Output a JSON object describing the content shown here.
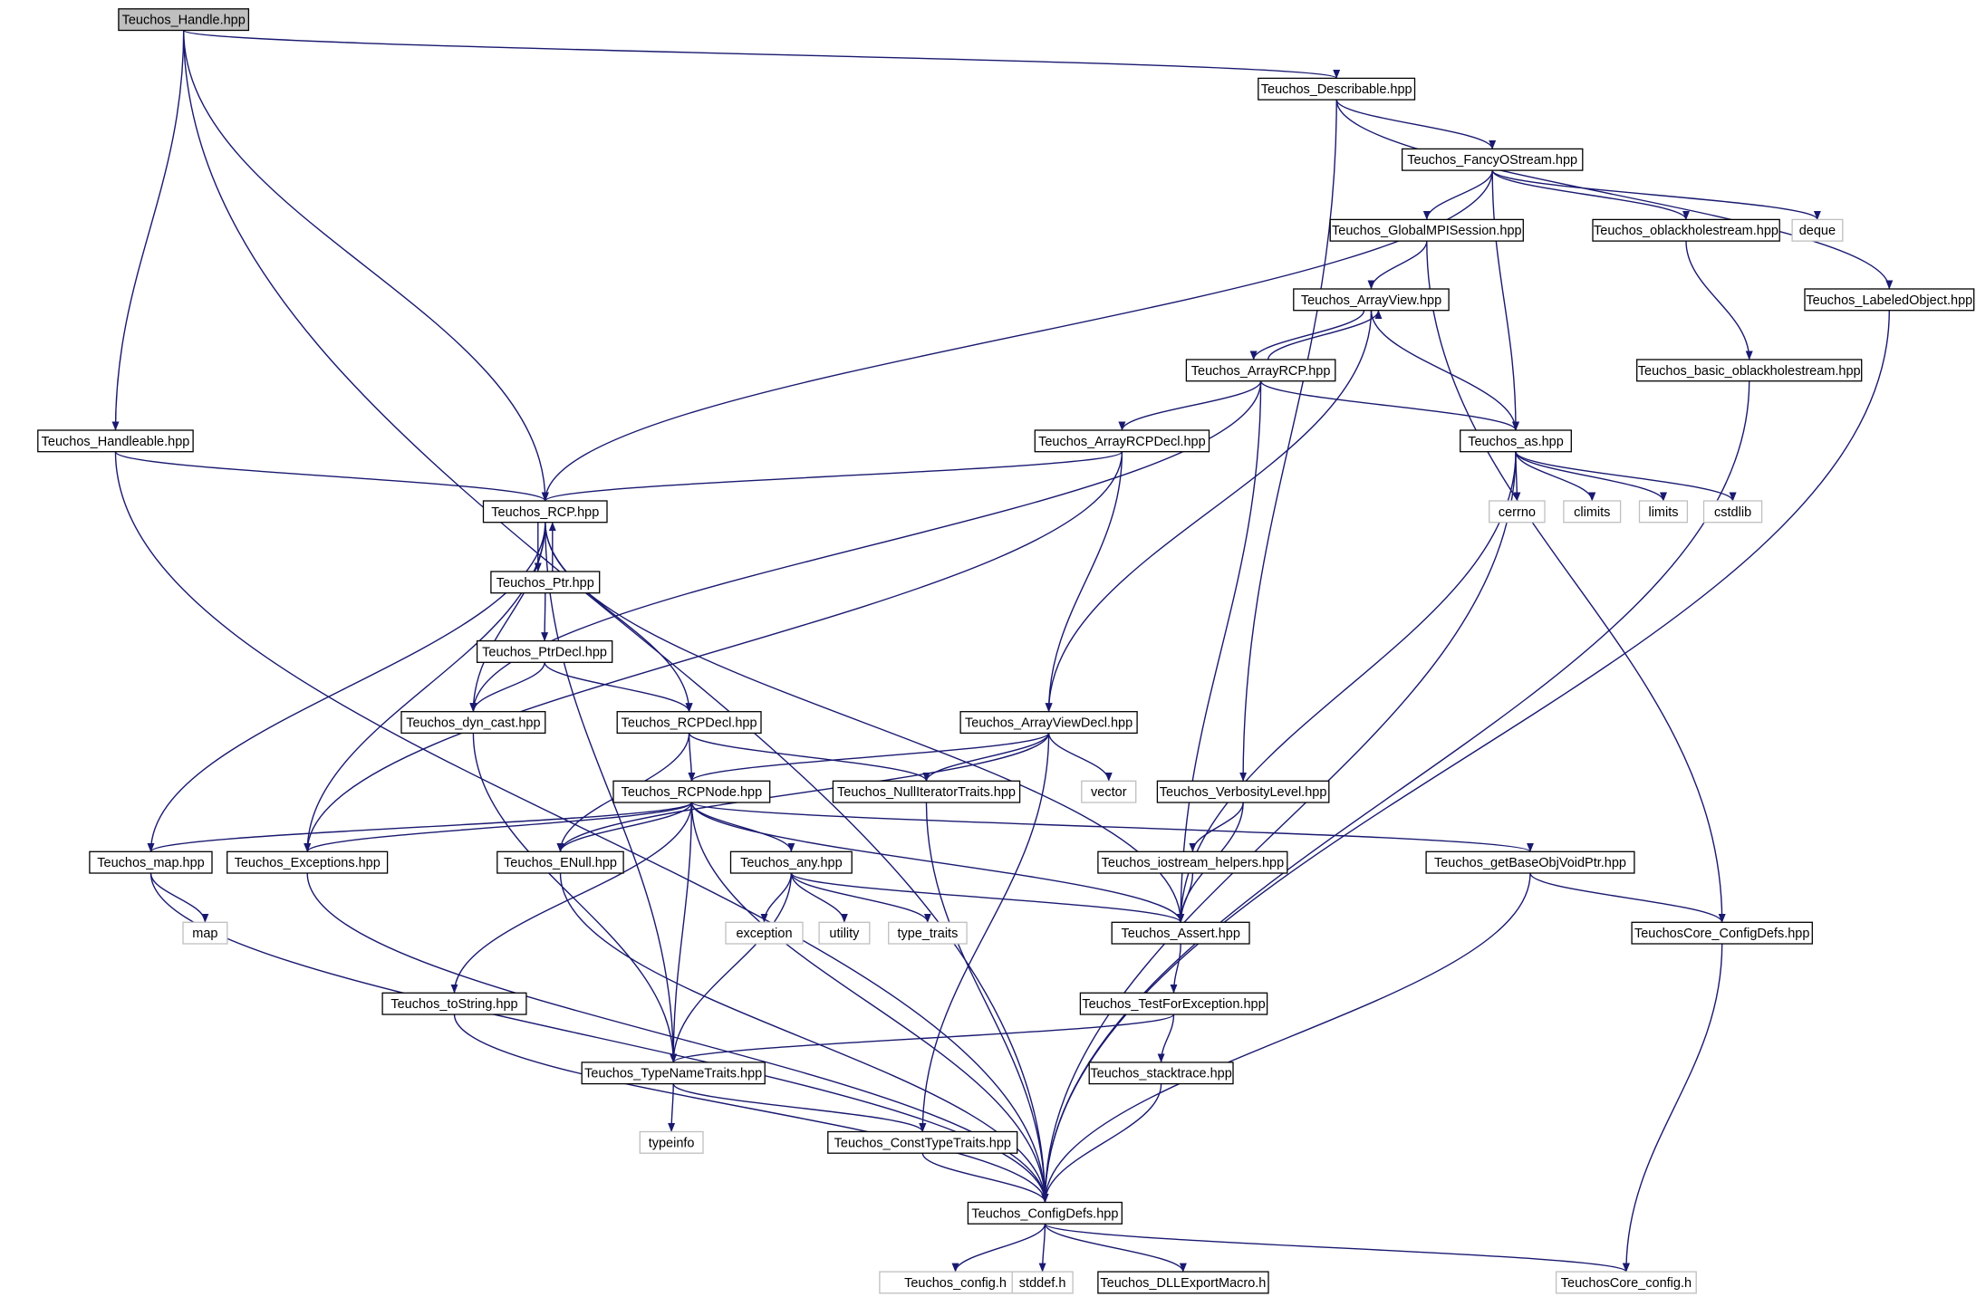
{
  "graph": {
    "root": "n0",
    "nodes": [
      {
        "id": "n0",
        "label": "Teuchos_Handle.hpp",
        "kind": "root"
      },
      {
        "id": "n1",
        "label": "Teuchos_Describable.hpp",
        "kind": "header"
      },
      {
        "id": "n2",
        "label": "Teuchos_FancyOStream.hpp",
        "kind": "header"
      },
      {
        "id": "n3",
        "label": "Teuchos_GlobalMPISession.hpp",
        "kind": "header"
      },
      {
        "id": "n4",
        "label": "Teuchos_oblackholestream.hpp",
        "kind": "header"
      },
      {
        "id": "n5",
        "label": "deque",
        "kind": "system"
      },
      {
        "id": "n6",
        "label": "Teuchos_LabeledObject.hpp",
        "kind": "header"
      },
      {
        "id": "n7",
        "label": "Teuchos_ArrayView.hpp",
        "kind": "header"
      },
      {
        "id": "n8",
        "label": "Teuchos_ArrayRCP.hpp",
        "kind": "header"
      },
      {
        "id": "n9",
        "label": "Teuchos_basic_oblackholestream.hpp",
        "kind": "header"
      },
      {
        "id": "n10",
        "label": "Teuchos_Handleable.hpp",
        "kind": "header"
      },
      {
        "id": "n11",
        "label": "Teuchos_ArrayRCPDecl.hpp",
        "kind": "header"
      },
      {
        "id": "n12",
        "label": "Teuchos_as.hpp",
        "kind": "header"
      },
      {
        "id": "n13",
        "label": "Teuchos_RCP.hpp",
        "kind": "header"
      },
      {
        "id": "n14",
        "label": "cerrno",
        "kind": "system"
      },
      {
        "id": "n15",
        "label": "climits",
        "kind": "system"
      },
      {
        "id": "n16",
        "label": "limits",
        "kind": "system"
      },
      {
        "id": "n17",
        "label": "cstdlib",
        "kind": "system"
      },
      {
        "id": "n18",
        "label": "Teuchos_Ptr.hpp",
        "kind": "header"
      },
      {
        "id": "n19",
        "label": "Teuchos_PtrDecl.hpp",
        "kind": "header"
      },
      {
        "id": "n20",
        "label": "Teuchos_dyn_cast.hpp",
        "kind": "header"
      },
      {
        "id": "n21",
        "label": "Teuchos_RCPDecl.hpp",
        "kind": "header"
      },
      {
        "id": "n22",
        "label": "Teuchos_ArrayViewDecl.hpp",
        "kind": "header"
      },
      {
        "id": "n23",
        "label": "vector",
        "kind": "system"
      },
      {
        "id": "n24",
        "label": "Teuchos_VerbosityLevel.hpp",
        "kind": "header"
      },
      {
        "id": "n25",
        "label": "Teuchos_RCPNode.hpp",
        "kind": "header"
      },
      {
        "id": "n26",
        "label": "Teuchos_NullIteratorTraits.hpp",
        "kind": "header"
      },
      {
        "id": "n27",
        "label": "Teuchos_map.hpp",
        "kind": "header"
      },
      {
        "id": "n28",
        "label": "Teuchos_Exceptions.hpp",
        "kind": "header"
      },
      {
        "id": "n29",
        "label": "Teuchos_ENull.hpp",
        "kind": "header"
      },
      {
        "id": "n30",
        "label": "Teuchos_any.hpp",
        "kind": "header"
      },
      {
        "id": "n31",
        "label": "Teuchos_iostream_helpers.hpp",
        "kind": "header"
      },
      {
        "id": "n32",
        "label": "Teuchos_getBaseObjVoidPtr.hpp",
        "kind": "header"
      },
      {
        "id": "n33",
        "label": "map",
        "kind": "system"
      },
      {
        "id": "n34",
        "label": "exception",
        "kind": "system"
      },
      {
        "id": "n35",
        "label": "utility",
        "kind": "system"
      },
      {
        "id": "n36",
        "label": "type_traits",
        "kind": "system"
      },
      {
        "id": "n37",
        "label": "Teuchos_Assert.hpp",
        "kind": "header"
      },
      {
        "id": "n38",
        "label": "TeuchosCore_ConfigDefs.hpp",
        "kind": "header"
      },
      {
        "id": "n39",
        "label": "Teuchos_toString.hpp",
        "kind": "header"
      },
      {
        "id": "n40",
        "label": "Teuchos_TestForException.hpp",
        "kind": "header"
      },
      {
        "id": "n41",
        "label": "Teuchos_TypeNameTraits.hpp",
        "kind": "header"
      },
      {
        "id": "n42",
        "label": "Teuchos_stacktrace.hpp",
        "kind": "header"
      },
      {
        "id": "n43",
        "label": "typeinfo",
        "kind": "system"
      },
      {
        "id": "n44",
        "label": "Teuchos_ConstTypeTraits.hpp",
        "kind": "header"
      },
      {
        "id": "n45",
        "label": "Teuchos_ConfigDefs.hpp",
        "kind": "header"
      },
      {
        "id": "n46",
        "label": "Teuchos_config.h",
        "kind": "system"
      },
      {
        "id": "n47",
        "label": "stddef.h",
        "kind": "system"
      },
      {
        "id": "n48",
        "label": "Teuchos_DLLExportMacro.h",
        "kind": "header"
      },
      {
        "id": "n49",
        "label": "TeuchosCore_config.h",
        "kind": "system"
      }
    ],
    "edges": [
      [
        "n0",
        "n1"
      ],
      [
        "n0",
        "n10"
      ],
      [
        "n0",
        "n13"
      ],
      [
        "n0",
        "n45"
      ],
      [
        "n1",
        "n2"
      ],
      [
        "n1",
        "n6"
      ],
      [
        "n1",
        "n24"
      ],
      [
        "n2",
        "n3"
      ],
      [
        "n2",
        "n4"
      ],
      [
        "n2",
        "n5"
      ],
      [
        "n2",
        "n12"
      ],
      [
        "n2",
        "n13"
      ],
      [
        "n3",
        "n7"
      ],
      [
        "n3",
        "n38"
      ],
      [
        "n4",
        "n9"
      ],
      [
        "n6",
        "n45"
      ],
      [
        "n7",
        "n8"
      ],
      [
        "n7",
        "n12"
      ],
      [
        "n7",
        "n22"
      ],
      [
        "n8",
        "n7"
      ],
      [
        "n8",
        "n11"
      ],
      [
        "n8",
        "n12"
      ],
      [
        "n8",
        "n20"
      ],
      [
        "n8",
        "n37"
      ],
      [
        "n9",
        "n45"
      ],
      [
        "n10",
        "n13"
      ],
      [
        "n10",
        "n45"
      ],
      [
        "n11",
        "n13"
      ],
      [
        "n11",
        "n22"
      ],
      [
        "n11",
        "n28"
      ],
      [
        "n12",
        "n14"
      ],
      [
        "n12",
        "n15"
      ],
      [
        "n12",
        "n16"
      ],
      [
        "n12",
        "n17"
      ],
      [
        "n12",
        "n37"
      ],
      [
        "n12",
        "n45"
      ],
      [
        "n13",
        "n18"
      ],
      [
        "n13",
        "n20"
      ],
      [
        "n13",
        "n21"
      ],
      [
        "n13",
        "n27"
      ],
      [
        "n13",
        "n28"
      ],
      [
        "n13",
        "n37"
      ],
      [
        "n13",
        "n41"
      ],
      [
        "n18",
        "n13"
      ],
      [
        "n18",
        "n19"
      ],
      [
        "n19",
        "n20"
      ],
      [
        "n19",
        "n21"
      ],
      [
        "n20",
        "n41"
      ],
      [
        "n21",
        "n25"
      ],
      [
        "n21",
        "n26"
      ],
      [
        "n21",
        "n29"
      ],
      [
        "n22",
        "n25"
      ],
      [
        "n22",
        "n26"
      ],
      [
        "n22",
        "n29"
      ],
      [
        "n22",
        "n23"
      ],
      [
        "n22",
        "n44"
      ],
      [
        "n24",
        "n31"
      ],
      [
        "n24",
        "n37"
      ],
      [
        "n25",
        "n27"
      ],
      [
        "n25",
        "n28"
      ],
      [
        "n25",
        "n29"
      ],
      [
        "n25",
        "n30"
      ],
      [
        "n25",
        "n39"
      ],
      [
        "n25",
        "n41"
      ],
      [
        "n25",
        "n37"
      ],
      [
        "n25",
        "n32"
      ],
      [
        "n25",
        "n45"
      ],
      [
        "n26",
        "n45"
      ],
      [
        "n27",
        "n33"
      ],
      [
        "n27",
        "n45"
      ],
      [
        "n28",
        "n45"
      ],
      [
        "n29",
        "n45"
      ],
      [
        "n30",
        "n34"
      ],
      [
        "n30",
        "n35"
      ],
      [
        "n30",
        "n36"
      ],
      [
        "n30",
        "n37"
      ],
      [
        "n30",
        "n41"
      ],
      [
        "n31",
        "n37"
      ],
      [
        "n32",
        "n38"
      ],
      [
        "n32",
        "n45"
      ],
      [
        "n37",
        "n40"
      ],
      [
        "n38",
        "n49"
      ],
      [
        "n39",
        "n45"
      ],
      [
        "n40",
        "n41"
      ],
      [
        "n40",
        "n42"
      ],
      [
        "n41",
        "n43"
      ],
      [
        "n41",
        "n44"
      ],
      [
        "n42",
        "n45"
      ],
      [
        "n44",
        "n45"
      ],
      [
        "n45",
        "n46"
      ],
      [
        "n45",
        "n47"
      ],
      [
        "n45",
        "n48"
      ],
      [
        "n45",
        "n49"
      ]
    ]
  },
  "colors": {
    "edge": "#191970",
    "node_border": "#000000",
    "system_border": "#bfbfbf",
    "root_fill": "#bfbfbf",
    "node_fill": "#ffffff",
    "text": "#000000"
  }
}
